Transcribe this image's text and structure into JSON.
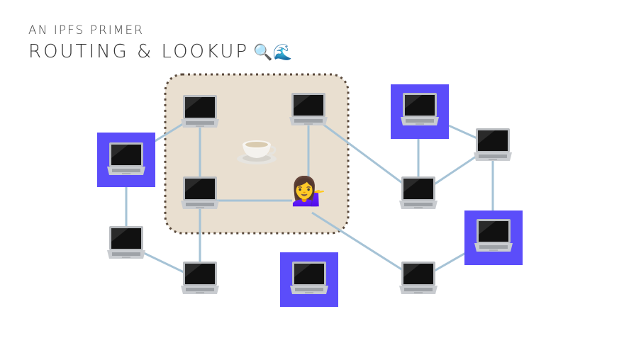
{
  "slide": {
    "kicker": "AN IPFS PRIMER",
    "title": "ROUTING & LOOKUP",
    "title_icons": "🔍🌊"
  },
  "colors": {
    "highlight": "#5b4dfa",
    "link": "#a6c3d6",
    "region_fill": "#e9dfd0",
    "region_border": "#5a4a3c"
  },
  "nodes": [
    {
      "id": "n1",
      "highlighted": false
    },
    {
      "id": "n2",
      "highlighted": false
    },
    {
      "id": "n3",
      "highlighted": true
    },
    {
      "id": "n4",
      "highlighted": false
    },
    {
      "id": "n5",
      "highlighted": true
    },
    {
      "id": "n6",
      "highlighted": false
    },
    {
      "id": "n7",
      "highlighted": false
    },
    {
      "id": "n8",
      "highlighted": false
    },
    {
      "id": "n9",
      "highlighted": true
    },
    {
      "id": "n10",
      "highlighted": true
    },
    {
      "id": "n11",
      "highlighted": false
    },
    {
      "id": "n12",
      "highlighted": false
    }
  ],
  "special": {
    "person": "💁‍♀️",
    "cup": "teacup-icon"
  }
}
